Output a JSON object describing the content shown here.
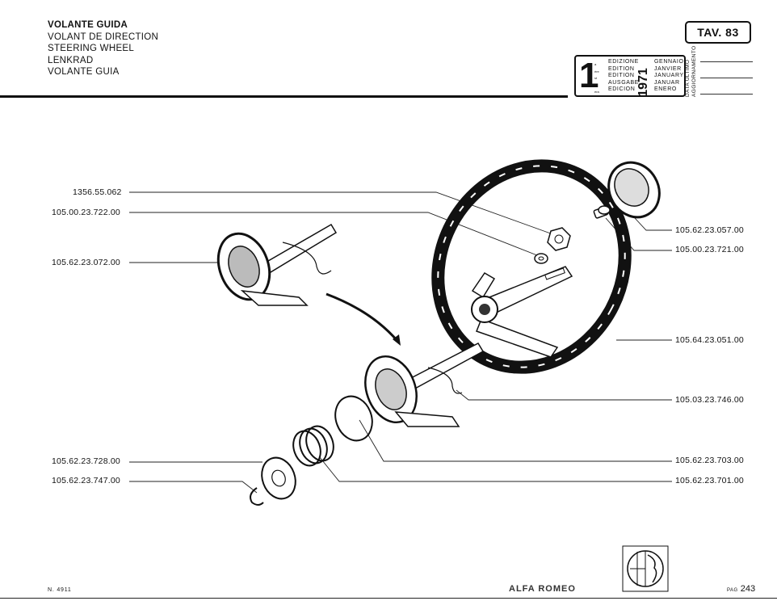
{
  "header": {
    "titles": [
      "VOLANTE GUIDA",
      "VOLANT DE DIRECTION",
      "STEERING WHEEL",
      "LENKRAD",
      "VOLANTE GUIA"
    ],
    "plate": "TAV. 83"
  },
  "edition": {
    "number": "1",
    "ordinals": [
      "a",
      "ère",
      "st",
      "–",
      "era"
    ],
    "words": [
      "EDIZIONE",
      "EDITION",
      "EDITION",
      "AUSGABE",
      "EDICION"
    ],
    "year": "1971",
    "months": [
      "GENNAIO",
      "JANVIER",
      "JANUARY",
      "JANUAR",
      "ENERO"
    ],
    "update_label_1": "DATA ULTIMO",
    "update_label_2": "AGGIORNAMENTO"
  },
  "parts": {
    "nut": "1356.55.062",
    "washer": "105.00.23.722.00",
    "switch_assembly": "105.62.23.072.00",
    "horn_cover": "105.62.23.057.00",
    "horn_button": "105.00.23.721.00",
    "wheel": "105.64.23.051.00",
    "cable": "105.03.23.746.00",
    "ring": "105.62.23.703.00",
    "spring": "105.62.23.701.00",
    "plate_disc": "105.62.23.728.00",
    "clip": "105.62.23.747.00"
  },
  "footer": {
    "drawing_number": "N. 4911",
    "brand": "ALFA ROMEO",
    "page_label": "PAG",
    "page_number": "243"
  }
}
